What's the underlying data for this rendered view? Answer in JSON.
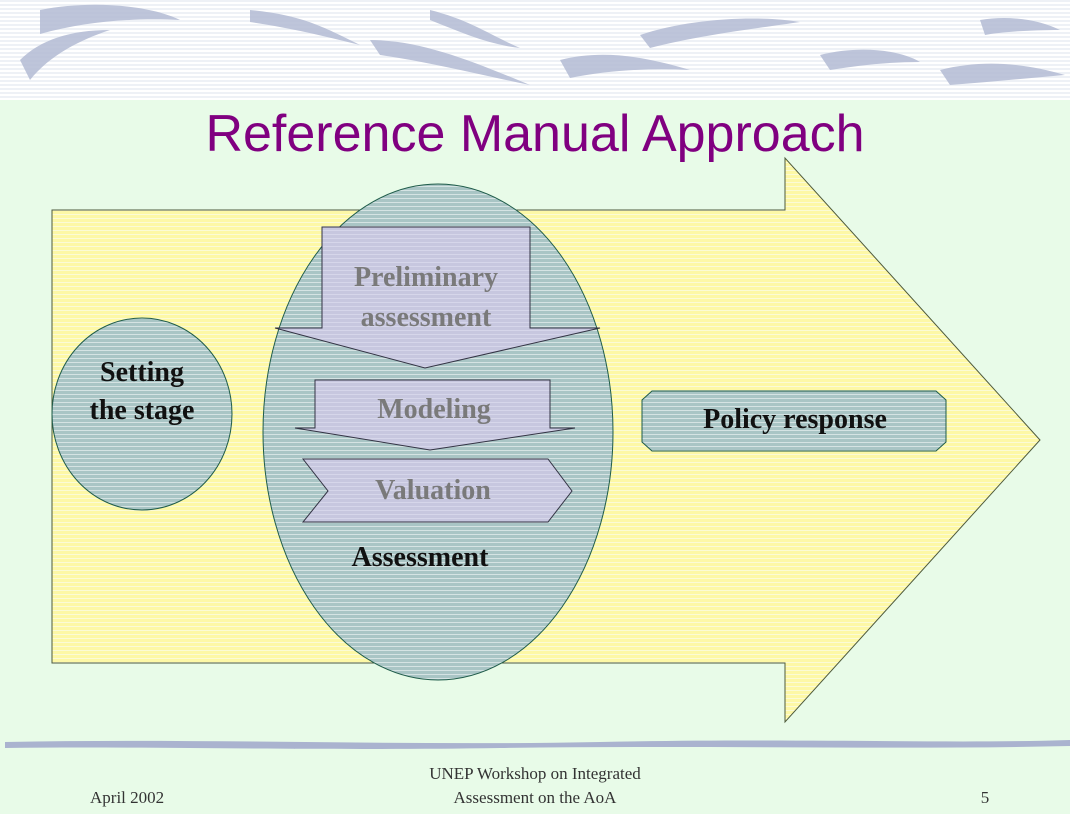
{
  "slide": {
    "title": "Reference Manual Approach",
    "stages": {
      "setting_the_stage": "Setting the stage",
      "preliminary_assessment": "Preliminary assessment",
      "modeling": "Modeling",
      "valuation": "Valuation",
      "assessment": "Assessment",
      "policy_response": "Policy response"
    }
  },
  "footer": {
    "date": "April 2002",
    "center_line1": "UNEP Workshop on Integrated",
    "center_line2": "Assessment on the AoA",
    "page_number": "5"
  },
  "colors": {
    "title": "#800080",
    "background": "#e8fbe8",
    "big_arrow": "#fdf8a6",
    "ellipse_fill": "#a9c5c5",
    "inner_arrow": "#c7c7df",
    "inner_text": "#7a7a7a",
    "outline": "#1f5c4a"
  }
}
